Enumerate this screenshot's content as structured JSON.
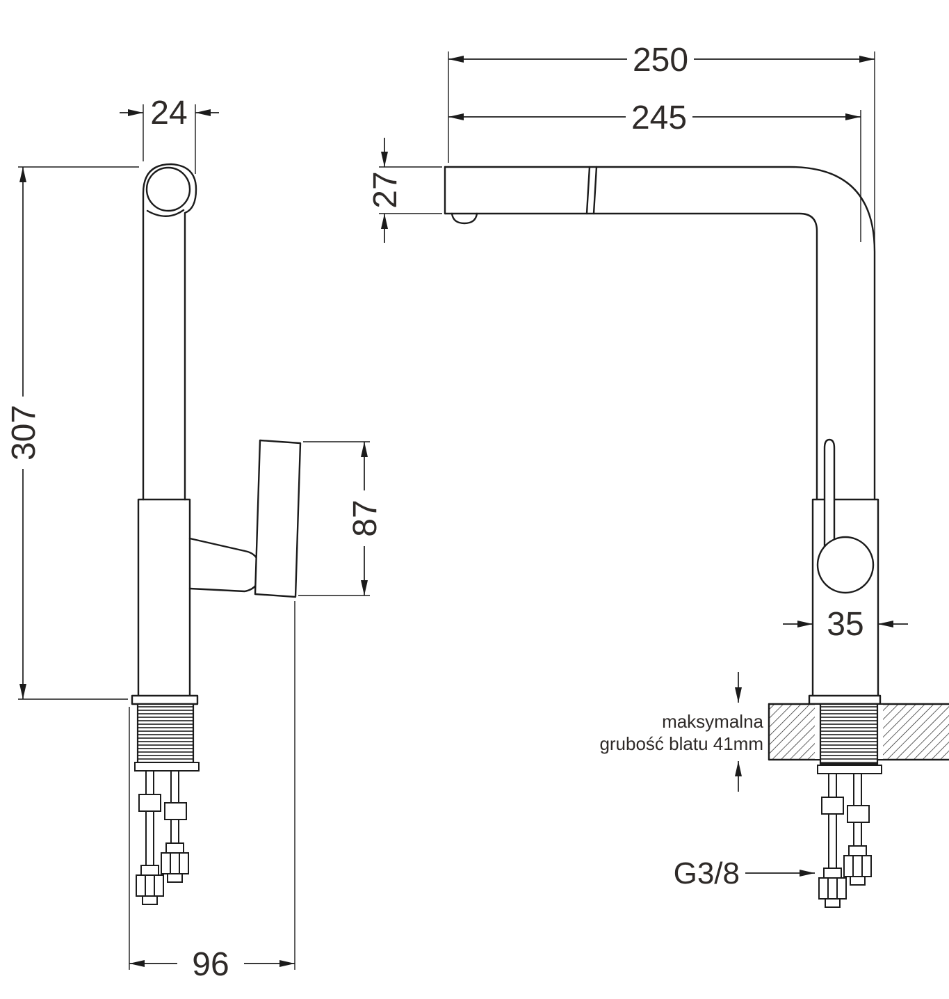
{
  "meta": {
    "title": "Rysunek techniczny baterii kuchennej"
  },
  "colors": {
    "line": "#1b1b1b",
    "text": "#2e2a28",
    "background": "#ffffff"
  },
  "side_view": {
    "dim_width_top": "24",
    "dim_height": "307",
    "dim_handle": "87",
    "dim_base_depth": "96"
  },
  "front_view": {
    "dim_reach_outer": "250",
    "dim_reach_inner": "245",
    "dim_spout_height": "27",
    "dim_body_width": "35",
    "thread_label": "G3/8",
    "counter_note_line1": "maksymalna",
    "counter_note_line2": "grubość blatu 41mm"
  }
}
